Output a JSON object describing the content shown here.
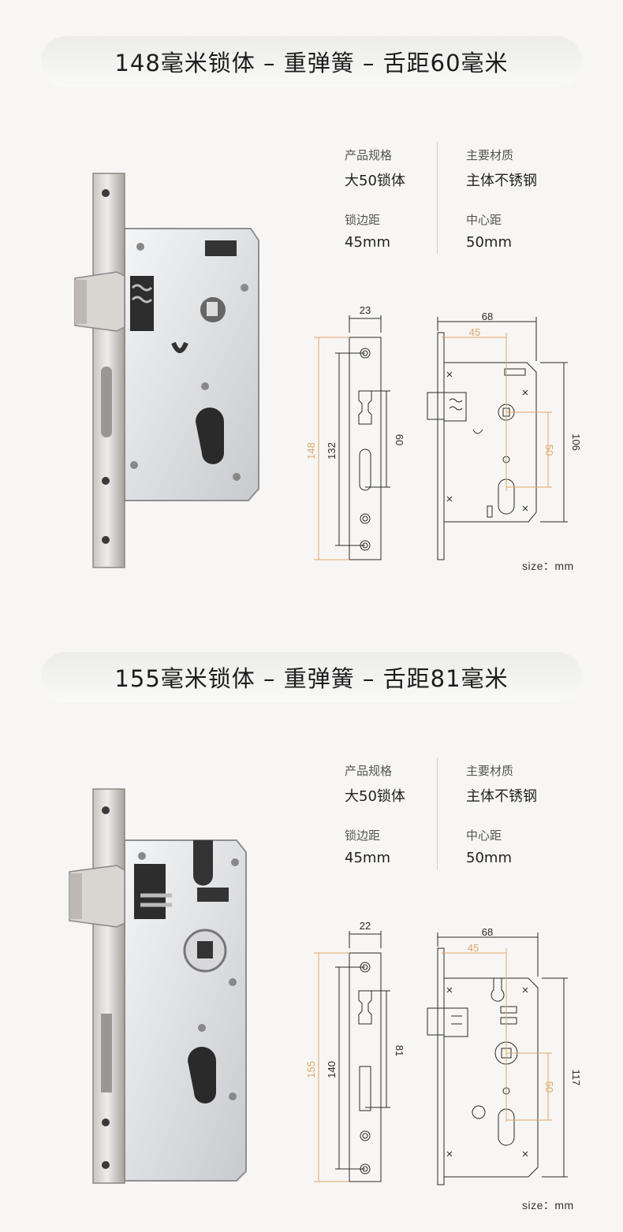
{
  "sections": [
    {
      "title": "148毫米锁体 – 重弹簧 – 舌距60毫米",
      "specs": [
        {
          "label": "产品规格",
          "value": "大50锁体"
        },
        {
          "label": "主要材质",
          "value": "主体不锈钢"
        },
        {
          "label": "锁边距",
          "value": "45mm"
        },
        {
          "label": "中心距",
          "value": "50mm"
        }
      ],
      "dims": {
        "faceplate_width": "23",
        "total_height": "148",
        "screw_spacing": "132",
        "latch_to_center": "60",
        "body_width": "68",
        "backset": "45",
        "center_distance": "50",
        "body_height": "106"
      },
      "unit_note": "size：mm"
    },
    {
      "title": "155毫米锁体 – 重弹簧 – 舌距81毫米",
      "specs": [
        {
          "label": "产品规格",
          "value": "大50锁体"
        },
        {
          "label": "主要材质",
          "value": "主体不锈钢"
        },
        {
          "label": "锁边距",
          "value": "45mm"
        },
        {
          "label": "中心距",
          "value": "50mm"
        }
      ],
      "dims": {
        "faceplate_width": "22",
        "total_height": "155",
        "screw_spacing": "140",
        "latch_to_center": "81",
        "body_width": "68",
        "backset": "45",
        "center_distance": "50",
        "body_height": "117"
      },
      "unit_note": "size：mm"
    }
  ],
  "colors": {
    "background": "#f7f6f4",
    "dimension_accent": "#e0a66a",
    "line": "#2a2a2a",
    "steel_light": "#e4e4e6",
    "steel_dark": "#9fa0a4"
  }
}
